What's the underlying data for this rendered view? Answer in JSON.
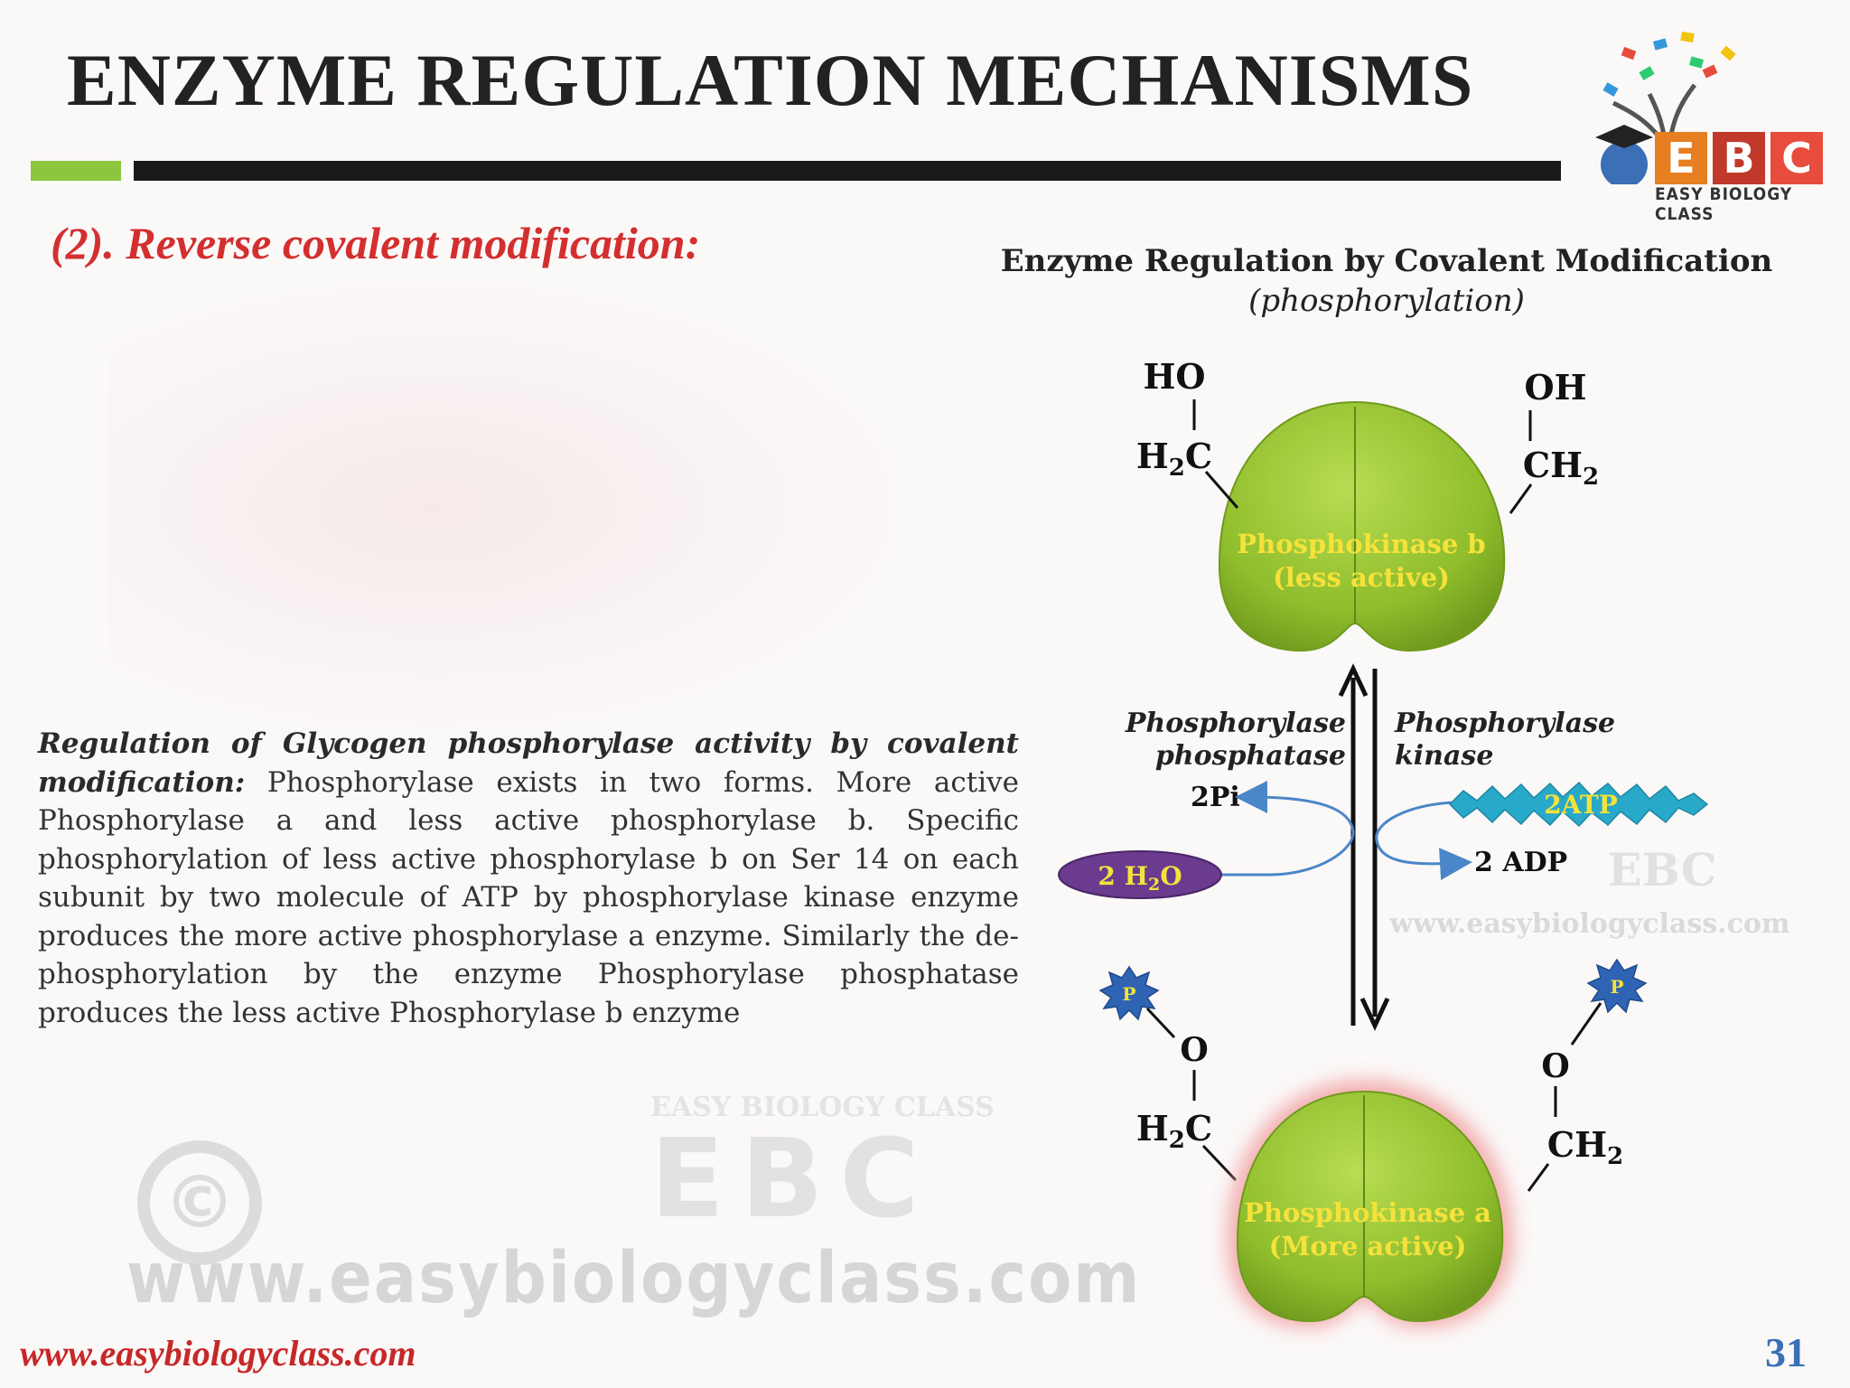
{
  "header": {
    "title": "ENZYME REGULATION MECHANISMS",
    "subtitle": "(2). Reverse covalent modification:"
  },
  "logo": {
    "letters": [
      "E",
      "B",
      "C"
    ],
    "tagline": "EASY BIOLOGY CLASS"
  },
  "body": {
    "lead": "Regulation of Glycogen phosphorylase activity by covalent modification:",
    "text": " Phosphorylase exists in two forms. More active Phosphorylase a and less active phosphorylase b. Specific phosphorylation of less active phosphorylase b on Ser 14 on each subunit by two molecule of ATP by phosphorylase kinase enzyme produces the more active phosphorylase a enzyme. Similarly the de-phosphorylation by the enzyme Phosphorylase phosphatase produces the less active Phosphorylase b enzyme"
  },
  "watermarks": {
    "copyright": "©",
    "brand": "EBC",
    "brand_title": "EASY BIOLOGY CLASS",
    "url": "www.easybiologyclass.com"
  },
  "diagram": {
    "title": "Enzyme Regulation by Covalent Modification",
    "title_paren": "(phosphorylation)",
    "top_enzyme": {
      "line1": "Phosphokinase b",
      "line2": "(less active)"
    },
    "bottom_enzyme": {
      "line1": "Phosphokinase a",
      "line2": "(More active)"
    },
    "top_left_group": {
      "oh": "HO",
      "ch2": "H2C"
    },
    "top_right_group": {
      "oh": "OH",
      "ch2": "CH2"
    },
    "bottom_left_group": {
      "o": "O",
      "ch2": "H2C"
    },
    "bottom_right_group": {
      "o": "O",
      "ch2": "CH2"
    },
    "phosphate_label": "P",
    "left_enzyme": "Phosphorylase phosphatase",
    "left_enzyme_line1": "Phosphorylase",
    "left_enzyme_line2": "phosphatase",
    "right_enzyme_line1": "Phosphorylase",
    "right_enzyme_line2": "kinase",
    "product_pi": "2Pi",
    "reactant_water": "2 H2O",
    "reactant_atp": "2ATP",
    "product_adp": "2 ADP",
    "inner_watermark_brand": "EBC",
    "inner_watermark_url": "www.easybiologyclass.com",
    "colors": {
      "enzyme_green": "#9cc832",
      "enzyme_label": "#f5e23a",
      "water_pill": "#6a3b8f",
      "atp_burst": "#28a9c9",
      "phosphate_star": "#2f63b4",
      "arrow_blue": "#4a86c8"
    }
  },
  "footer": {
    "url": "www.easybiologyclass.com",
    "page": "31"
  }
}
